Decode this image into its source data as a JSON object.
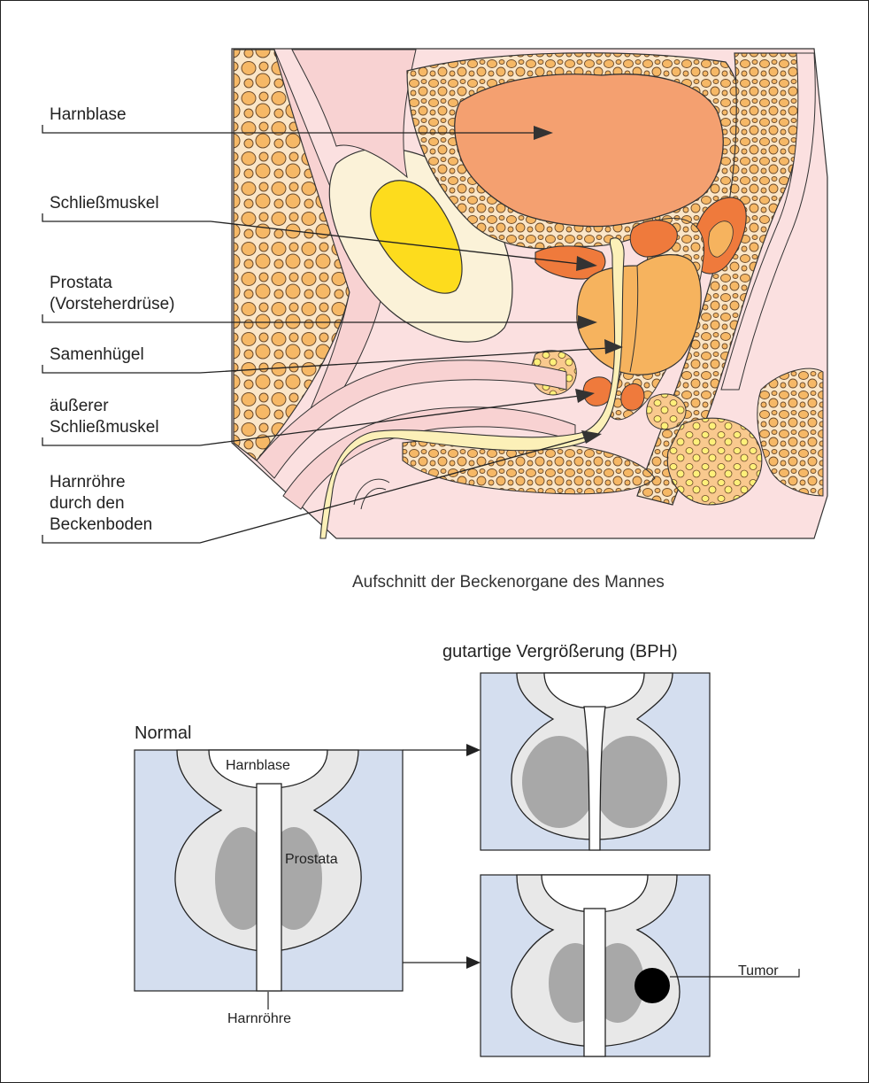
{
  "anatomy": {
    "labels": {
      "bladder": "Harnblase",
      "sphincter": "Schließmuskel",
      "prostate_line1": "Prostata",
      "prostate_line2": "(Vorsteherdrüse)",
      "colliculus": "Samenhügel",
      "ext_sphincter_line1": "äußerer",
      "ext_sphincter_line2": "Schließmuskel",
      "urethra_line1": "Harnröhre",
      "urethra_line2": "durch den",
      "urethra_line3": "Beckenboden"
    },
    "caption": "Aufschnitt der Beckenorgane des Mannes"
  },
  "comparison": {
    "normal_heading": "Normal",
    "bph_heading": "gutartige Vergrößerung (BPH)",
    "normal_labels": {
      "bladder": "Harnblase",
      "prostate": "Prostata",
      "urethra": "Harnröhre"
    },
    "tumor_label": "Tumor"
  },
  "colors": {
    "bladder": "#f4a070",
    "sphincter": "#ef7a3c",
    "prostate": "#f6b35e",
    "fat_tissue": "#f9c98e",
    "pink_tissue": "#fbe0e0",
    "bone_cream": "#fbf2d8",
    "bone_yellow": "#fddc1d",
    "urethra": "#fcf0b8",
    "panel_blue": "#d4deef",
    "prostate_light": "#e8e8e8",
    "prostate_dark": "#a8a8a8",
    "tumor": "#000000"
  }
}
